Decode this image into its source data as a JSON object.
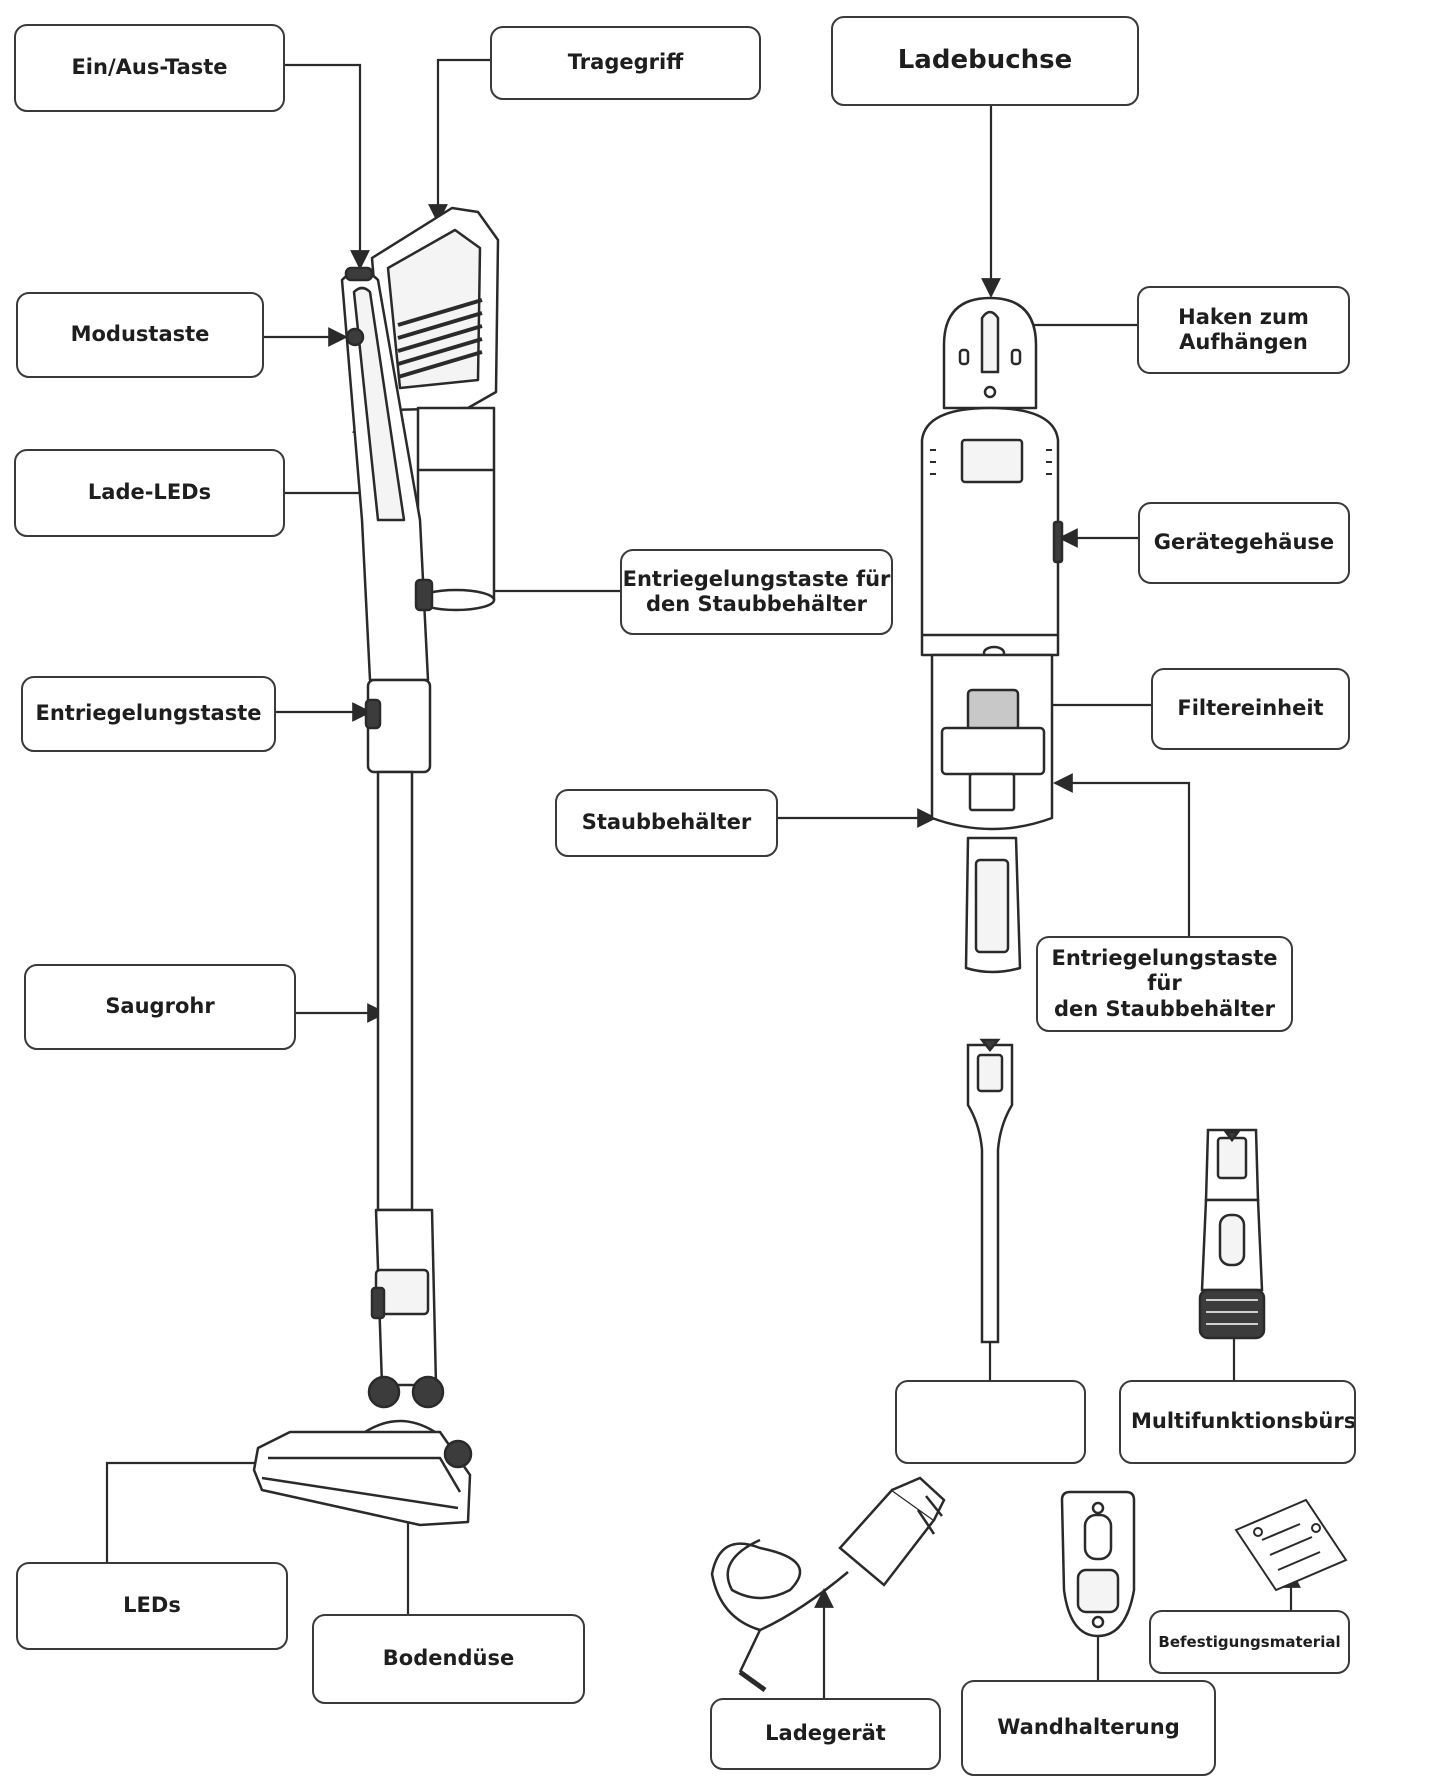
{
  "labels": {
    "power_button": "Ein/Aus-Taste",
    "carry_handle": "Tragegriff",
    "charging_socket": "Ladebuchse",
    "mode_button": "Modustaste",
    "hanging_hook": "Haken zum\nAufhängen",
    "charging_leds": "Lade-LEDs",
    "device_housing": "Gerätegehäuse",
    "dust_release_1": "Entriegelungstaste für\nden Staubbehälter",
    "release_button": "Entriegelungstaste",
    "filter_unit": "Filtereinheit",
    "dust_container": "Staubbehälter",
    "dust_release_2": "Entriegelungstaste für\nden Staubbehälter",
    "suction_tube": "Saugrohr",
    "crevice_tool_box": "",
    "multi_brush": "MultifunktionsbürsteFugendüse",
    "leds": "LEDs",
    "floor_nozzle": "Bodendüse",
    "fixing_material": "Befestigungsmaterial",
    "charger": "Ladegerät",
    "wall_mount": "Wandhalterung"
  },
  "colors": {
    "line": "#2a2a2a",
    "box_border": "#3a3a3a",
    "text": "#1e1e1e",
    "fill_dark": "#3c3c3c",
    "fill_light": "#f4f4f4"
  }
}
